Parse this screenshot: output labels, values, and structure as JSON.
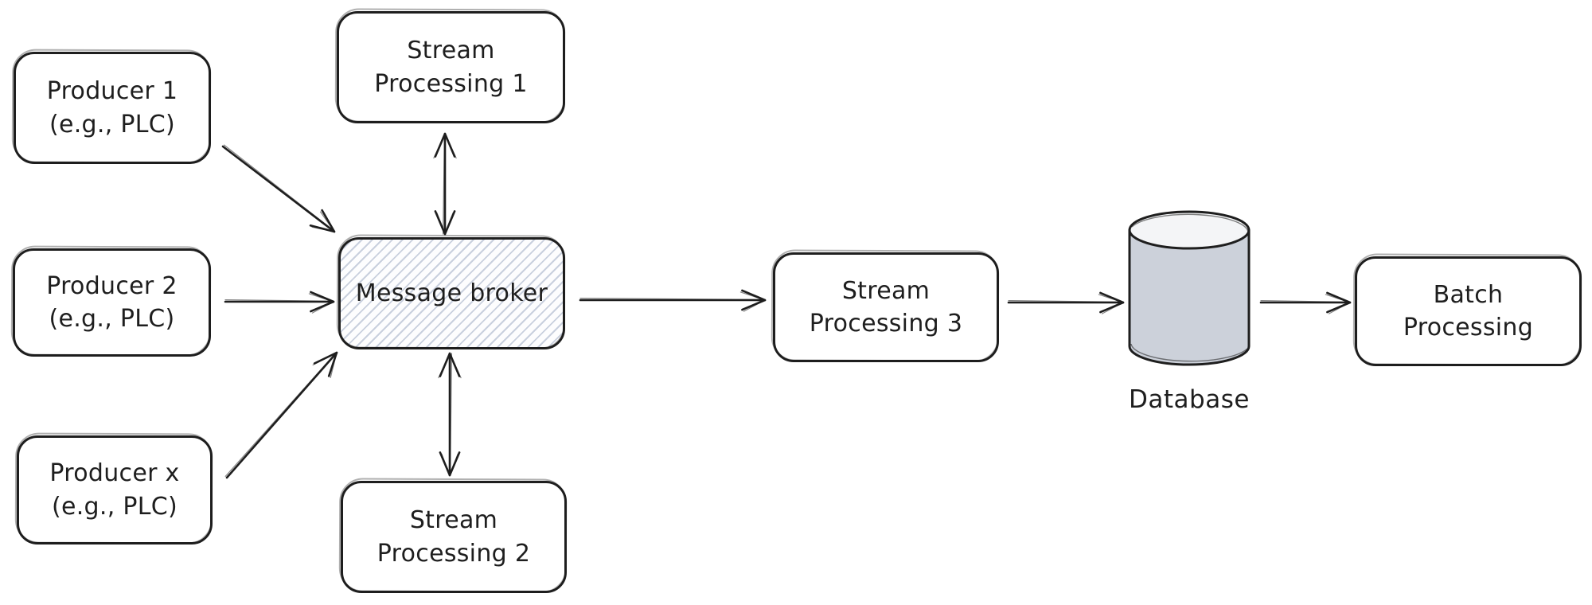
{
  "diagram": {
    "type": "flowchart",
    "background_color": "#ffffff",
    "stroke_color": "#1e1e1e",
    "broker_hatch_color": "#c9d0de",
    "cylinder_body_color": "#ccd1da",
    "cylinder_top_color": "#f4f5f7",
    "nodes": [
      {
        "id": "producer1",
        "shape": "rounded-rect",
        "fill": "white",
        "label": "Producer 1\n(e.g., PLC)"
      },
      {
        "id": "producer2",
        "shape": "rounded-rect",
        "fill": "white",
        "label": "Producer 2\n(e.g., PLC)"
      },
      {
        "id": "producerx",
        "shape": "rounded-rect",
        "fill": "white",
        "label": "Producer x\n(e.g., PLC)"
      },
      {
        "id": "sp1",
        "shape": "rounded-rect",
        "fill": "white",
        "label": "Stream\nProcessing 1"
      },
      {
        "id": "broker",
        "shape": "rounded-rect",
        "fill": "hatch",
        "label": "Message broker"
      },
      {
        "id": "sp2",
        "shape": "rounded-rect",
        "fill": "white",
        "label": "Stream\nProcessing 2"
      },
      {
        "id": "sp3",
        "shape": "rounded-rect",
        "fill": "white",
        "label": "Stream\nProcessing 3"
      },
      {
        "id": "database",
        "shape": "cylinder",
        "fill": "gray",
        "label": "Database"
      },
      {
        "id": "batch",
        "shape": "rounded-rect",
        "fill": "white",
        "label": "Batch\nProcessing"
      }
    ],
    "edges": [
      {
        "from": "producer1",
        "to": "broker",
        "direction": "single"
      },
      {
        "from": "producer2",
        "to": "broker",
        "direction": "single"
      },
      {
        "from": "producerx",
        "to": "broker",
        "direction": "single"
      },
      {
        "from": "broker",
        "to": "sp1",
        "direction": "double"
      },
      {
        "from": "broker",
        "to": "sp2",
        "direction": "double"
      },
      {
        "from": "broker",
        "to": "sp3",
        "direction": "single"
      },
      {
        "from": "sp3",
        "to": "database",
        "direction": "single"
      },
      {
        "from": "database",
        "to": "batch",
        "direction": "single"
      }
    ]
  }
}
